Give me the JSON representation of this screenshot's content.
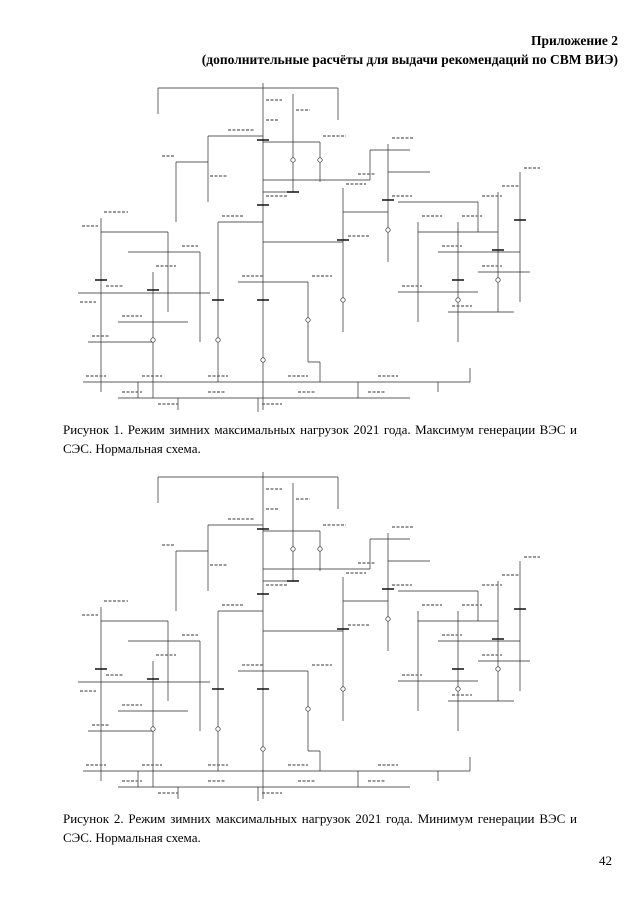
{
  "header": {
    "title": "Приложение 2",
    "subtitle": "(дополнительные расчёты для выдачи рекомендаций по СВМ ВИЭ)"
  },
  "figures": [
    {
      "caption": "Рисунок 1. Режим зимних максимальных нагрузок 2021 года. Максимум генерации ВЭС и СЭС. Нормальная схема.",
      "diagram_icon": "power-grid-single-line-diagram"
    },
    {
      "caption": "Рисунок 2. Режим зимних максимальных нагрузок 2021 года. Минимум генерации ВЭС и СЭС. Нормальная схема.",
      "diagram_icon": "power-grid-single-line-diagram"
    }
  ],
  "footer": {
    "page_number": "42"
  }
}
